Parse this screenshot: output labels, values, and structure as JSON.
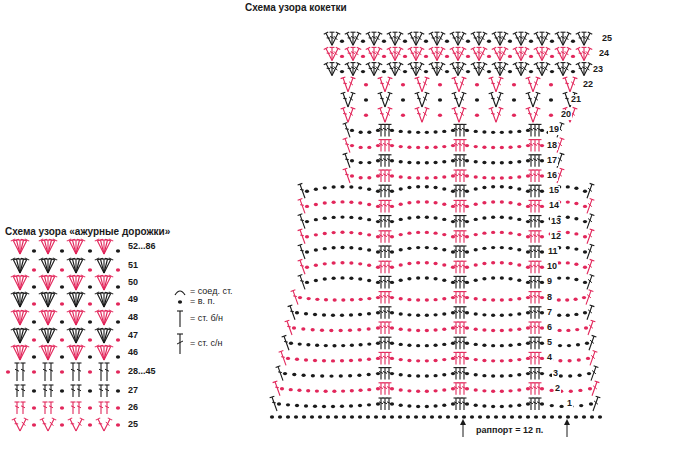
{
  "diagram": {
    "title": "Схема узора кокетки",
    "labels": [
      "Схема узора «ажурные дорожки»",
      "52...86",
      "51",
      "50",
      "49",
      "48",
      "47",
      "46",
      "28...45",
      "27",
      "26",
      "25",
      "25",
      "24",
      "23",
      "22",
      "21",
      "20",
      "19",
      "18",
      "17",
      "16",
      "15",
      "14",
      "13",
      "12",
      "11",
      "10",
      "9",
      "8",
      "7",
      "6",
      "5",
      "4",
      "3",
      "2",
      "1",
      "раппорт = 12 п."
    ],
    "legend": [
      {
        "text": "= соед. ст."
      },
      {
        "text": "= в. п."
      },
      {
        "text": "= ст. б/н"
      },
      {
        "text": "= ст. с/н"
      }
    ]
  }
}
